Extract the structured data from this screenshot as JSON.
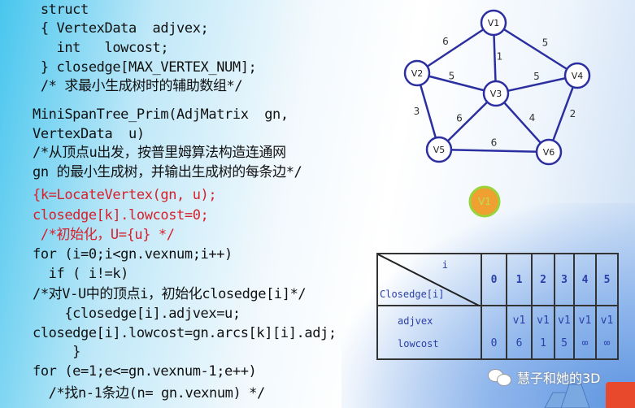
{
  "code_lines": [
    {
      "text": " struct",
      "color": "black"
    },
    {
      "text": " { VertexData  adjvex;",
      "color": "black"
    },
    {
      "text": "   int   lowcost;",
      "color": "black"
    },
    {
      "text": " } closedge[MAX_VERTEX_NUM];",
      "color": "black"
    },
    {
      "text": " /* 求最小生成树时的辅助数组*/",
      "color": "black"
    },
    {
      "text": "MiniSpanTree_Prim(AdjMatrix  gn,",
      "color": "black"
    },
    {
      "text": "VertexData  u)",
      "color": "black"
    },
    {
      "text": "/*从顶点u出发，按普里姆算法构造连通网",
      "color": "black"
    },
    {
      "text": "gn 的最小生成树，并输出生成树的每条边*/",
      "color": "black"
    },
    {
      "text": "{k=LocateVertex(gn, u);",
      "color": "red"
    },
    {
      "text": "closedge[k].lowcost=0;",
      "color": "red"
    },
    {
      "text": " /*初始化，U={u} */",
      "color": "red"
    },
    {
      "text": "for (i=0;i<gn.vexnum;i++)",
      "color": "black"
    },
    {
      "text": "  if ( i!=k)",
      "color": "black"
    },
    {
      "text": "/*对V-U中的顶点i，初始化closedge[i]*/",
      "color": "black"
    },
    {
      "text": "    {closedge[i].adjvex=u;",
      "color": "black"
    },
    {
      "text": "closedge[i].lowcost=gn.arcs[k][i].adj;",
      "color": "black"
    },
    {
      "text": "     }",
      "color": "black"
    },
    {
      "text": "for (e=1;e<=gn.vexnum-1;e++)",
      "color": "black"
    },
    {
      "text": "  /*找n-1条边(n= gn.vexnum) */",
      "color": "black"
    }
  ],
  "graph": {
    "nodes": [
      "V1",
      "V2",
      "V3",
      "V4",
      "V5",
      "V6"
    ],
    "edges": [
      {
        "from": "V1",
        "to": "V2",
        "weight": "6"
      },
      {
        "from": "V1",
        "to": "V3",
        "weight": "1"
      },
      {
        "from": "V1",
        "to": "V4",
        "weight": "5"
      },
      {
        "from": "V2",
        "to": "V3",
        "weight": "5"
      },
      {
        "from": "V3",
        "to": "V4",
        "weight": "5"
      },
      {
        "from": "V2",
        "to": "V5",
        "weight": "3"
      },
      {
        "from": "V3",
        "to": "V5",
        "weight": "6"
      },
      {
        "from": "V3",
        "to": "V6",
        "weight": "4"
      },
      {
        "from": "V4",
        "to": "V6",
        "weight": "2"
      },
      {
        "from": "V5",
        "to": "V6",
        "weight": "6"
      }
    ],
    "edge_color": "#2b2fa0"
  },
  "selected_vertex": {
    "label": "V1",
    "fill": "#f0a030",
    "ring": "#9ad43a"
  },
  "table": {
    "corner_top": "i",
    "corner_bottom": "Closedge[i]",
    "columns": [
      "0",
      "1",
      "2",
      "3",
      "4",
      "5"
    ],
    "row_labels": [
      "adjvex",
      "lowcost"
    ],
    "adjvex": [
      "",
      "v1",
      "v1",
      "v1",
      "v1",
      "v1"
    ],
    "lowcost": [
      "0",
      "6",
      "1",
      "5",
      "∞",
      "∞"
    ]
  },
  "watermark": "慧子和她的3D"
}
